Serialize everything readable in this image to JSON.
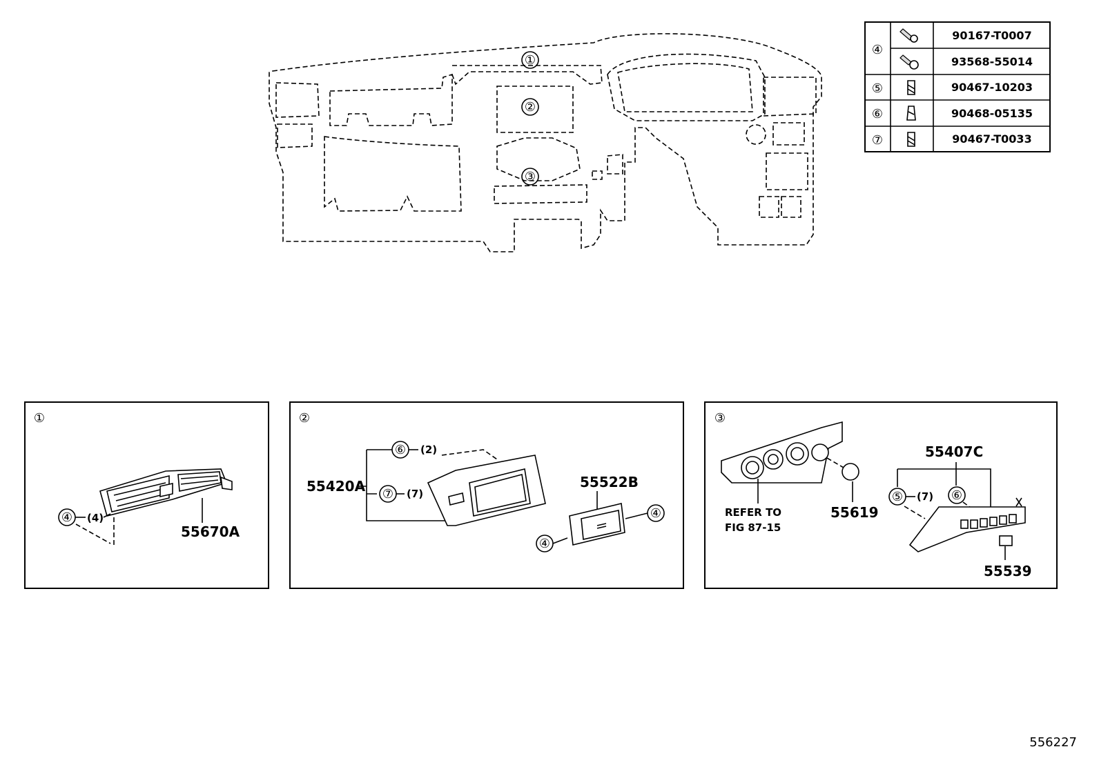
{
  "overview": {
    "callouts": [
      "①",
      "②",
      "③"
    ]
  },
  "fastener_table": {
    "rows": [
      {
        "key": "④",
        "icon": "screw-icon",
        "part_no": "90167-T0007"
      },
      {
        "key": "④",
        "icon": "screw-washer-icon",
        "part_no": "93568-55014"
      },
      {
        "key": "⑤",
        "icon": "clip-icon",
        "part_no": "90467-10203"
      },
      {
        "key": "⑥",
        "icon": "clip-icon",
        "part_no": "90468-05135"
      },
      {
        "key": "⑦",
        "icon": "clip-icon",
        "part_no": "90467-T0033"
      }
    ]
  },
  "panels": [
    {
      "id": "①",
      "labels": {
        "fastener_key": "④",
        "fastener_qty": "(4)",
        "part": "55670A"
      }
    },
    {
      "id": "②",
      "labels": {
        "clip_key_a": "⑥",
        "clip_qty_a": "(2)",
        "clip_key_b": "⑦",
        "clip_qty_b": "(7)",
        "part_a": "55420A",
        "part_b": "55522B",
        "screw_key_1": "④",
        "screw_key_2": "④"
      }
    },
    {
      "id": "③",
      "labels": {
        "ref_line1": "REFER TO",
        "ref_line2": "FIG 87-15",
        "knob_part": "55619",
        "part_main": "55407C",
        "clip_key_a": "⑤",
        "clip_qty_a": "(7)",
        "clip_key_b": "⑥",
        "switch_part": "55539"
      }
    }
  ],
  "figure_ref": "556227"
}
